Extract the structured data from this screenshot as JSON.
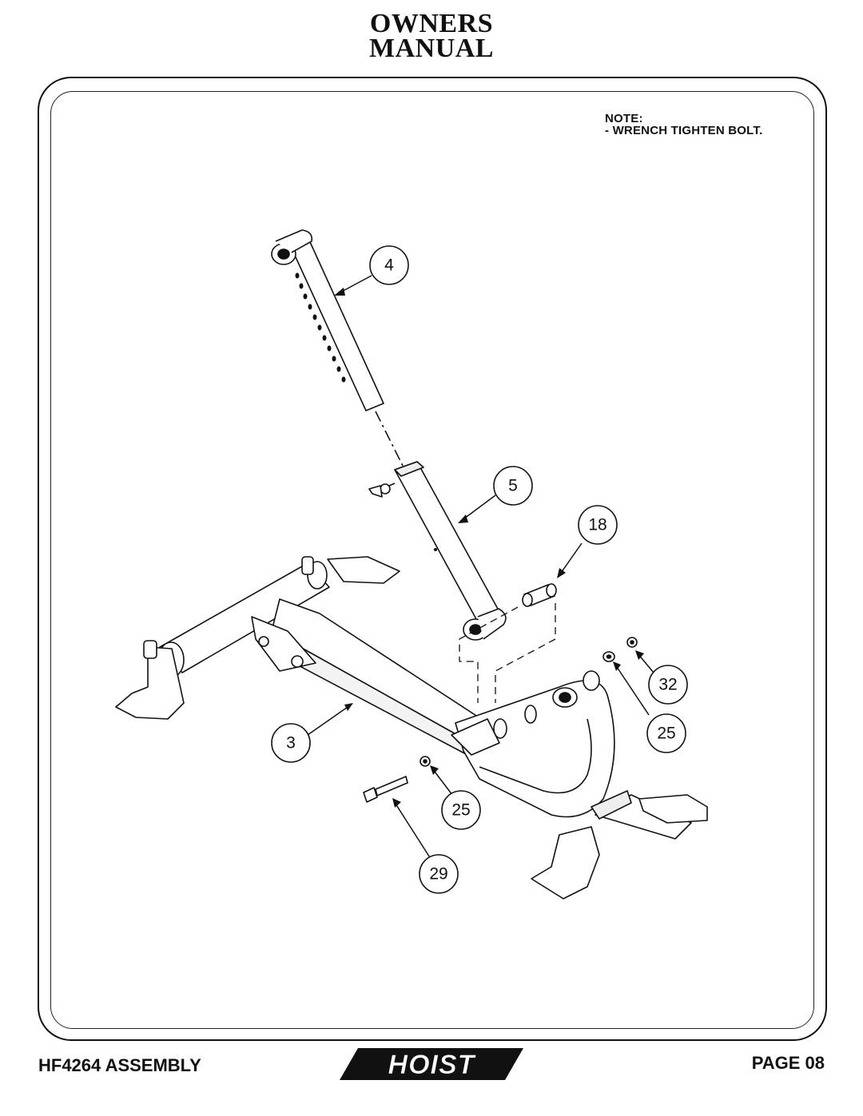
{
  "header": {
    "line1": "OWNERS",
    "line2": "MANUAL"
  },
  "note": {
    "heading": "NOTE:",
    "line1": "-  WRENCH TIGHTEN BOLT."
  },
  "callouts": {
    "c4": "4",
    "c5": "5",
    "c18": "18",
    "c32": "32",
    "c25a": "25",
    "c3": "3",
    "c25b": "25",
    "c29": "29"
  },
  "footer": {
    "left": "HF4264 ASSEMBLY",
    "logo": "HOIST",
    "right": "PAGE 08"
  }
}
